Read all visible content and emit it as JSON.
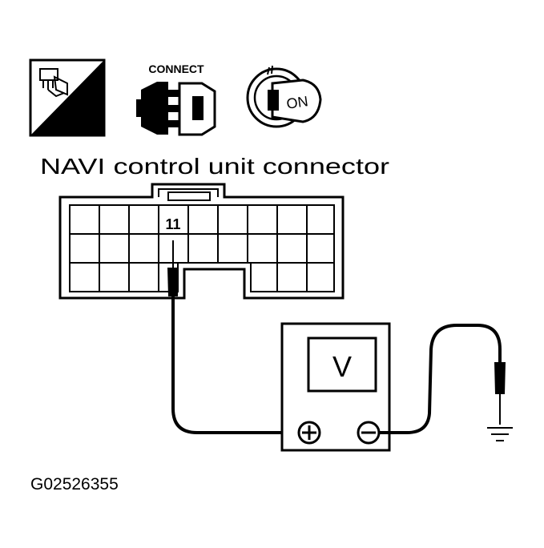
{
  "icons": {
    "harness_service_label": "H.S.",
    "connect_label": "CONNECT",
    "ignition_label": "ON"
  },
  "diagram": {
    "title": "NAVI control unit connector",
    "terminal_label": "11",
    "meter_label": "V",
    "positive_symbol": "+",
    "negative_symbol": "−",
    "figure_id": "G02526355"
  }
}
